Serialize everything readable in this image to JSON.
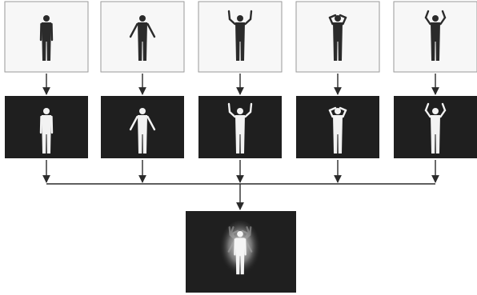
{
  "figure": {
    "frames": [
      {
        "pose": "arms-down"
      },
      {
        "pose": "arms-out-down"
      },
      {
        "pose": "arms-up-out"
      },
      {
        "pose": "hands-on-head"
      },
      {
        "pose": "arms-up-bent"
      }
    ],
    "colors": {
      "background": "#ffffff",
      "photo_bg": "#f7f7f7",
      "photo_border": "#9a9a9a",
      "person_dark": "#2b2b2b",
      "silhouette_bg": "#1f1f1f",
      "silhouette": "#f2f2f2",
      "arrow": "#2a2a2a"
    }
  }
}
